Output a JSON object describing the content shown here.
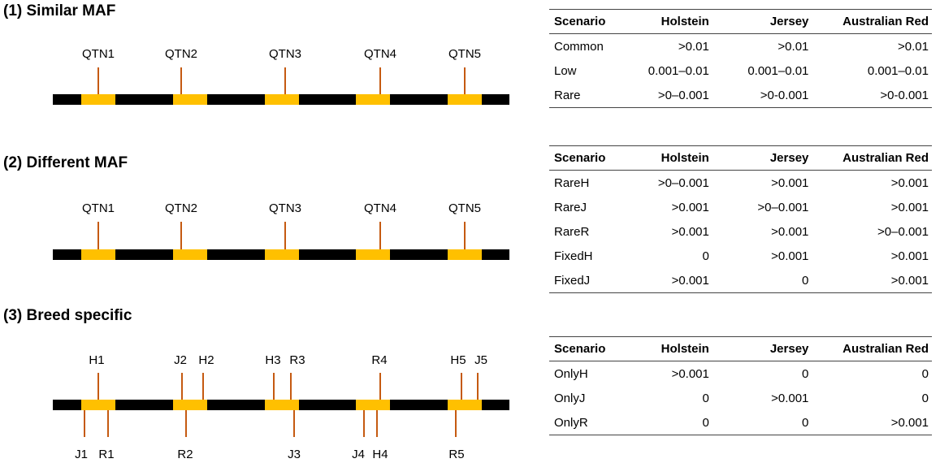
{
  "sections": [
    {
      "title": "(1) Similar MAF",
      "labels_top": [
        "QTN1",
        "QTN2",
        "QTN3",
        "QTN4",
        "QTN5"
      ],
      "labels_bottom": [],
      "table": {
        "headers": [
          "Scenario",
          "Holstein",
          "Jersey",
          "Australian Red"
        ],
        "rows": [
          [
            "Common",
            ">0.01",
            ">0.01",
            ">0.01"
          ],
          [
            "Low",
            "0.001–0.01",
            "0.001–0.01",
            "0.001–0.01"
          ],
          [
            "Rare",
            ">0–0.001",
            ">0-0.001",
            ">0-0.001"
          ]
        ]
      }
    },
    {
      "title": "(2) Different MAF",
      "labels_top": [
        "QTN1",
        "QTN2",
        "QTN3",
        "QTN4",
        "QTN5"
      ],
      "labels_bottom": [],
      "table": {
        "headers": [
          "Scenario",
          "Holstein",
          "Jersey",
          "Australian Red"
        ],
        "rows": [
          [
            "RareH",
            ">0–0.001",
            ">0.001",
            ">0.001"
          ],
          [
            "RareJ",
            ">0.001",
            ">0–0.001",
            ">0.001"
          ],
          [
            "RareR",
            ">0.001",
            ">0.001",
            ">0–0.001"
          ],
          [
            "FixedH",
            "0",
            ">0.001",
            ">0.001"
          ],
          [
            "FixedJ",
            ">0.001",
            "0",
            ">0.001"
          ]
        ]
      }
    },
    {
      "title": "(3) Breed specific",
      "labels_top": [
        "H1",
        "J2",
        "H2",
        "H3",
        "R3",
        "R4",
        "H5",
        "J5"
      ],
      "labels_bottom": [
        "J1",
        "R1",
        "R2",
        "J3",
        "J4",
        "H4",
        "R5"
      ],
      "table": {
        "headers": [
          "Scenario",
          "Holstein",
          "Jersey",
          "Australian Red"
        ],
        "rows": [
          [
            "OnlyH",
            ">0.001",
            "0",
            "0"
          ],
          [
            "OnlyJ",
            "0",
            ">0.001",
            "0"
          ],
          [
            "OnlyR",
            "0",
            "0",
            ">0.001"
          ]
        ]
      }
    }
  ],
  "colors": {
    "chromosome": "#000000",
    "qtl_region": "#ffc000",
    "qtn_line": "#c55a11"
  }
}
